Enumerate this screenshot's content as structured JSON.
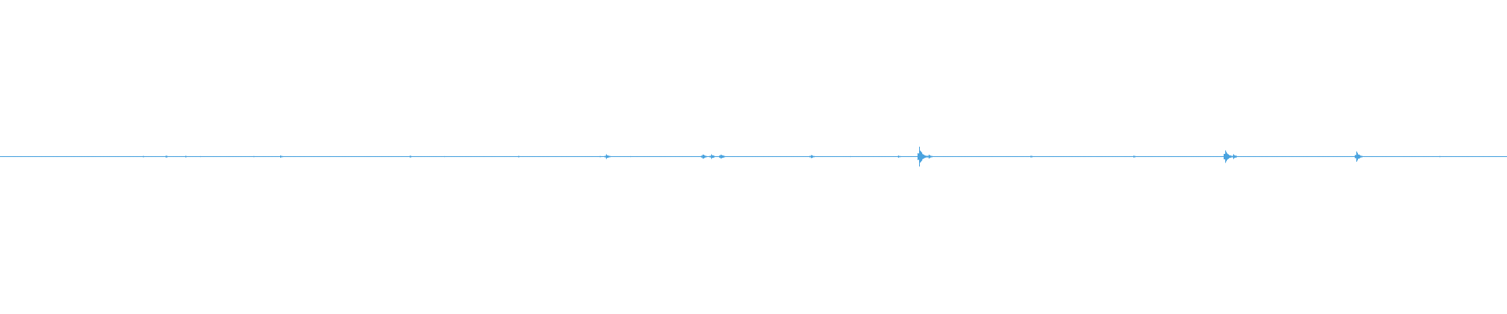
{
  "waveform": {
    "color": "#4aa3df",
    "background": "#ffffff",
    "baseline_amplitude": 0.35,
    "transients": [
      {
        "t": 0.022,
        "amp": 0.6
      },
      {
        "t": 0.058,
        "amp": 0.45
      },
      {
        "t": 0.095,
        "amp": 0.9
      },
      {
        "t": 0.11,
        "amp": 1.4
      },
      {
        "t": 0.123,
        "amp": 1.2
      },
      {
        "t": 0.133,
        "amp": 0.7
      },
      {
        "t": 0.168,
        "amp": 0.8
      },
      {
        "t": 0.186,
        "amp": 1.6
      },
      {
        "t": 0.272,
        "amp": 1.2
      },
      {
        "t": 0.295,
        "amp": 0.8
      },
      {
        "t": 0.344,
        "amp": 1.1
      },
      {
        "t": 0.398,
        "amp": 1.0
      },
      {
        "t": 0.402,
        "amp": 3.0
      },
      {
        "t": 0.418,
        "amp": 0.7
      },
      {
        "t": 0.466,
        "amp": 3.2
      },
      {
        "t": 0.472,
        "amp": 3.0
      },
      {
        "t": 0.478,
        "amp": 3.3
      },
      {
        "t": 0.538,
        "amp": 2.4
      },
      {
        "t": 0.564,
        "amp": 0.7
      },
      {
        "t": 0.596,
        "amp": 1.5
      },
      {
        "t": 0.61,
        "amp": 13.0
      },
      {
        "t": 0.616,
        "amp": 2.8
      },
      {
        "t": 0.684,
        "amp": 1.3
      },
      {
        "t": 0.752,
        "amp": 1.3
      },
      {
        "t": 0.813,
        "amp": 9.0
      },
      {
        "t": 0.818,
        "amp": 3.0
      },
      {
        "t": 0.9,
        "amp": 6.5
      },
      {
        "t": 0.955,
        "amp": 0.8
      }
    ]
  }
}
